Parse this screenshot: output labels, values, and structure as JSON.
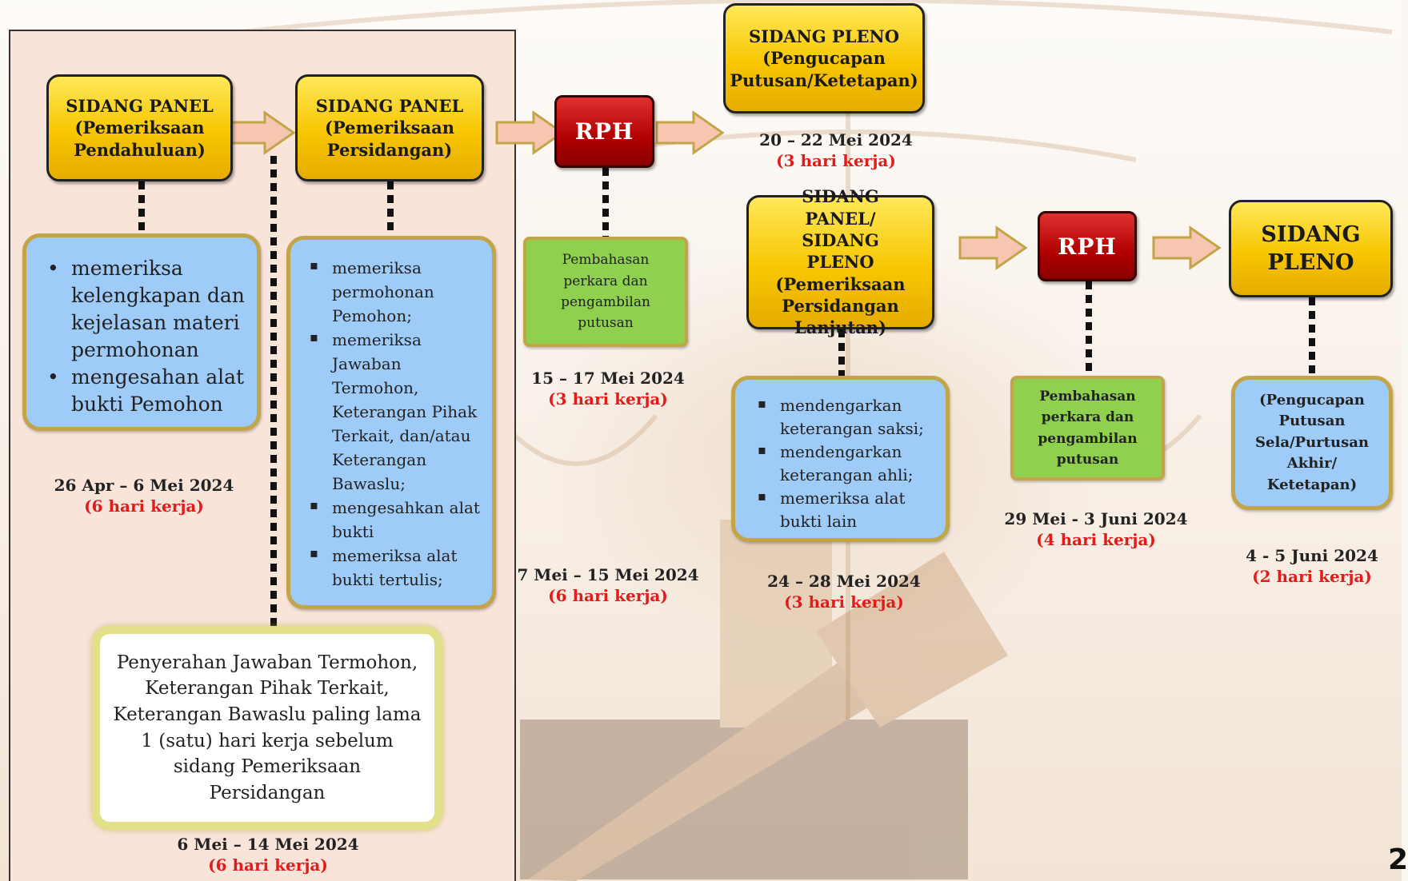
{
  "page_number": "2",
  "stages": {
    "panel1": {
      "title": "SIDANG PANEL",
      "subtitle": "(Pemeriksaan Pendahuluan)"
    },
    "panel2": {
      "title": "SIDANG PANEL",
      "subtitle": "(Pemeriksaan Persidangan)"
    },
    "rph1": {
      "title": "RPH"
    },
    "pleno1": {
      "title": "SIDANG PLENO",
      "subtitle": "(Pengucapan Putusan/Ketetapan)"
    },
    "panel3": {
      "title": "SIDANG PANEL/ SIDANG PLENO",
      "subtitle": "(Pemeriksaan Persidangan Lanjutan)"
    },
    "rph2": {
      "title": "RPH"
    },
    "pleno2": {
      "title": "SIDANG PLENO"
    }
  },
  "descriptions": {
    "panel1_items": [
      "memeriksa kelengkapan dan kejelasan materi permohonan",
      "mengesahan alat bukti Pemohon"
    ],
    "panel2_items": [
      "memeriksa permohonan Pemohon;",
      "memeriksa Jawaban Termohon, Keterangan Pihak Terkait, dan/atau Keterangan Bawaslu;",
      "mengesahkan alat bukti",
      "memeriksa alat bukti tertulis;"
    ],
    "rph1_text": "Pembahasan perkara dan pengambilan putusan",
    "panel3_items": [
      "mendengarkan keterangan saksi;",
      "mendengarkan keterangan ahli;",
      "memeriksa alat bukti lain"
    ],
    "rph2_text": "Pembahasan perkara dan pengambilan putusan",
    "pleno2_text": "(Pengucapan Putusan Sela/Purtusan Akhir/ Ketetapan)",
    "submission_note": "Penyerahan Jawaban Termohon, Keterangan Pihak Terkait, Keterangan Bawaslu paling lama 1 (satu) hari kerja sebelum sidang Pemeriksaan Persidangan"
  },
  "dates": {
    "panel1": {
      "range": "26 Apr – 6  Mei 2024",
      "days": "(6 hari kerja)"
    },
    "submission": {
      "range": "6 Mei – 14 Mei 2024",
      "days": "(6 hari kerja)"
    },
    "rph1": {
      "range": "15 – 17 Mei 2024",
      "days": "(3 hari kerja)"
    },
    "panel2": {
      "range": "7 Mei – 15 Mei 2024",
      "days": "(6 hari kerja)"
    },
    "pleno1": {
      "range": "20 – 22 Mei 2024",
      "days": "(3 hari kerja)"
    },
    "panel3": {
      "range": "24 – 28 Mei 2024",
      "days": "(3 hari kerja)"
    },
    "rph2": {
      "range": "29 Mei - 3 Juni 2024",
      "days": "(4 hari kerja)"
    },
    "pleno2": {
      "range": "4 -  5 Juni 2024",
      "days": "(2 hari kerja)"
    }
  },
  "colors": {
    "stage": "#f7c600",
    "rph": "#b00000",
    "description": "#9ecbf7",
    "discussion": "#8fd14f",
    "arrow": "#f7c6b0",
    "days": "#e21b1b"
  }
}
